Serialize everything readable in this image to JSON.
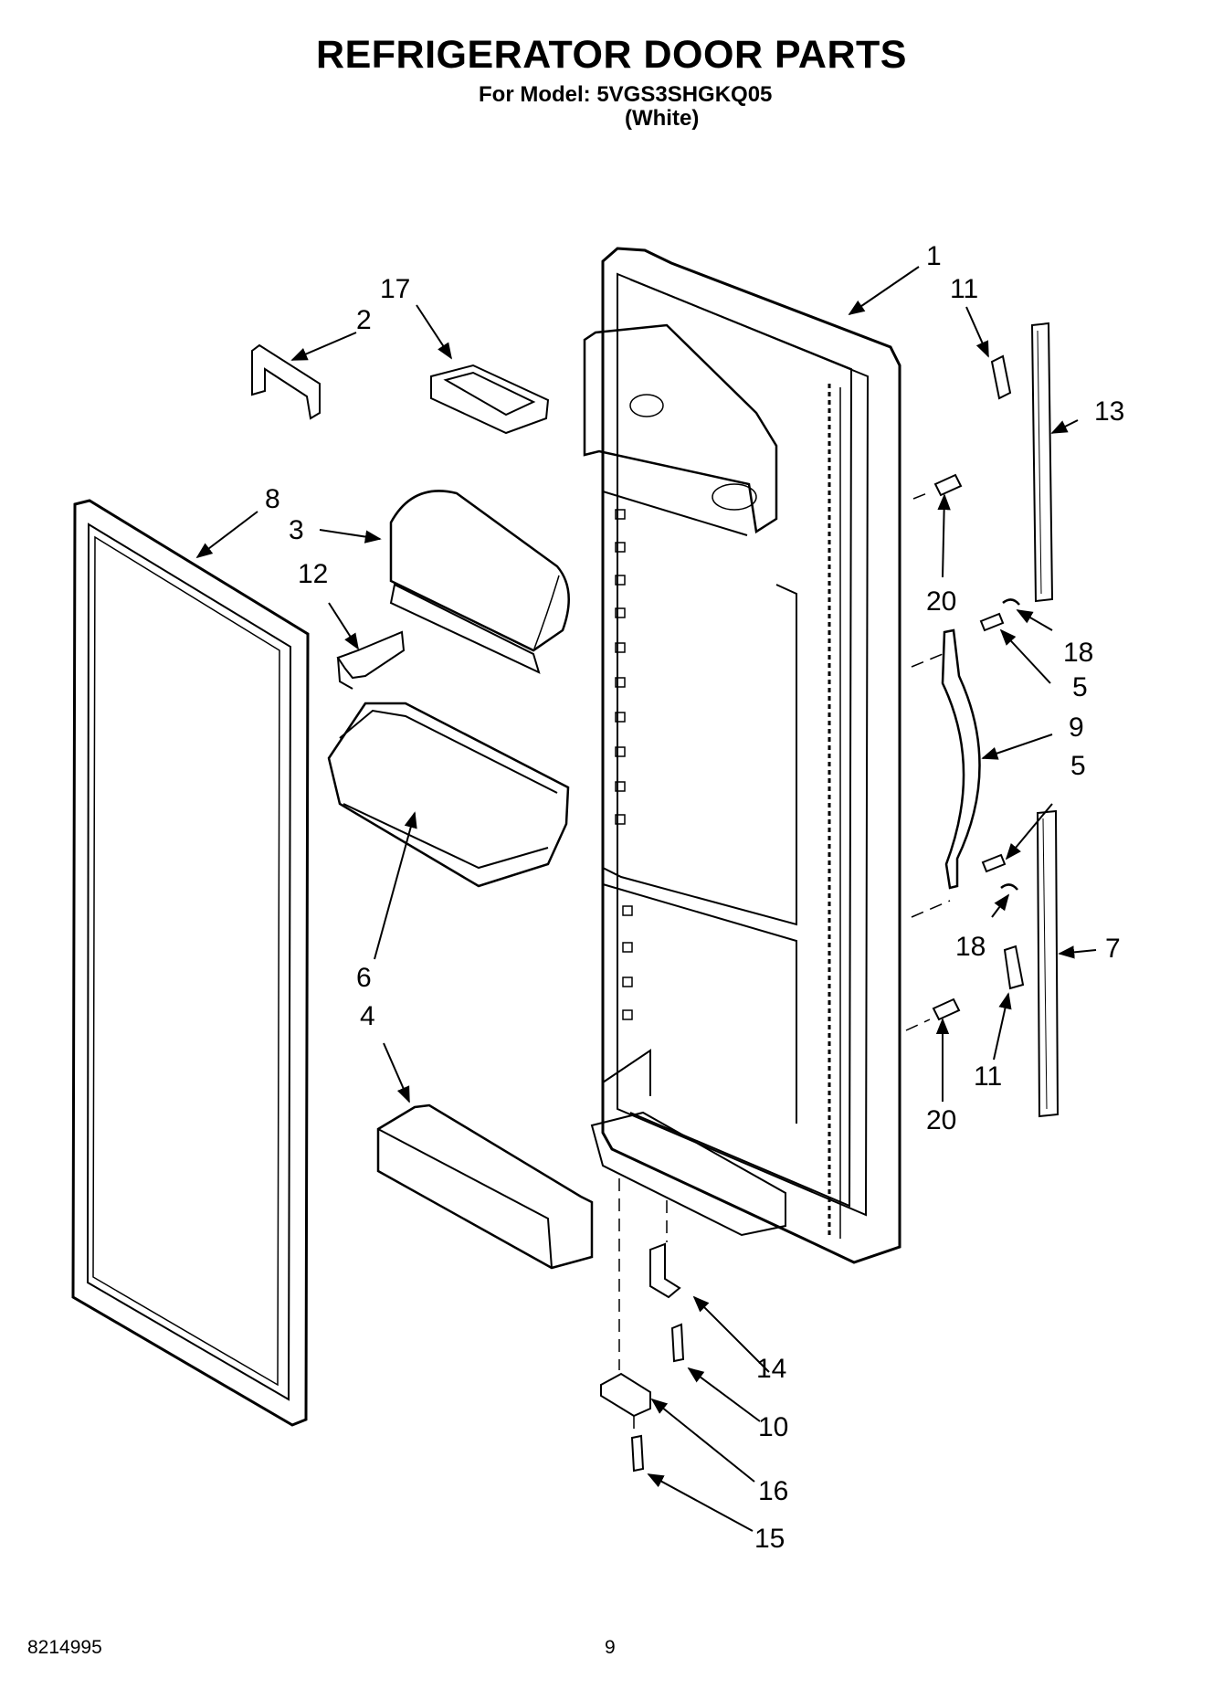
{
  "header": {
    "title": "REFRIGERATOR DOOR PARTS",
    "model_line": "For Model: 5VGS3SHGKQ05",
    "variant": "(White)"
  },
  "footer": {
    "doc_number": "8214995",
    "page_number": "9"
  },
  "callouts": {
    "c1": "1",
    "c2": "2",
    "c3": "3",
    "c4": "4",
    "c5a": "5",
    "c5b": "5",
    "c6": "6",
    "c7": "7",
    "c8": "8",
    "c9": "9",
    "c10": "10",
    "c11a": "11",
    "c11b": "11",
    "c12": "12",
    "c13": "13",
    "c14": "14",
    "c15": "15",
    "c16": "16",
    "c17": "17",
    "c18a": "18",
    "c18b": "18",
    "c20a": "20",
    "c20b": "20"
  }
}
